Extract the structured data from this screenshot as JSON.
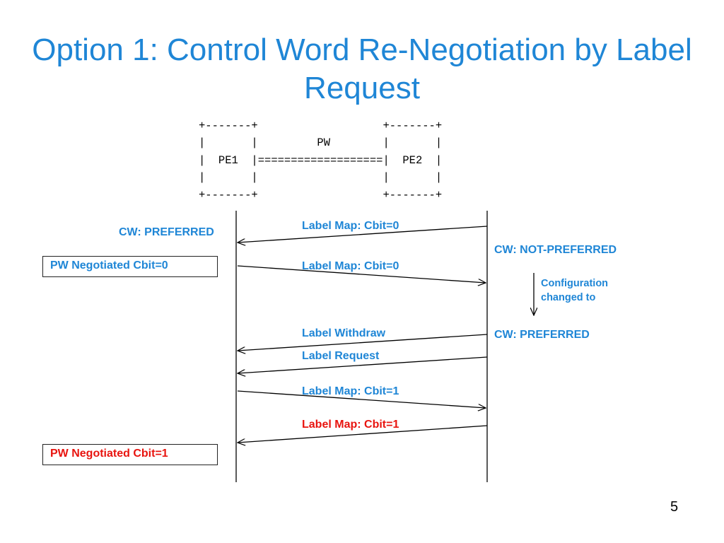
{
  "title": "Option 1: Control Word Re-Negotiation by Label Request",
  "ascii_diagram": "+-------+                   +-------+\n|       |         PW        |       |\n|  PE1  |===================|  PE2  |\n|       |                   |       |\n+-------+                   +-------+",
  "states": {
    "pe1_cw": "CW: PREFERRED",
    "pe2_cw_initial": "CW: NOT-PREFERRED",
    "config_change": "Configuration changed to",
    "pe2_cw_new": "CW: PREFERRED"
  },
  "boxes": {
    "negotiated_0": "PW Negotiated Cbit=0",
    "negotiated_1": "PW Negotiated Cbit=1"
  },
  "messages": [
    {
      "label": "Label Map: Cbit=0",
      "direction": "PE2 to PE1",
      "color": "#1f86d6"
    },
    {
      "label": "Label Map: Cbit=0",
      "direction": "PE1 to PE2",
      "color": "#1f86d6"
    },
    {
      "label": "Label Withdraw",
      "direction": "PE2 to PE1",
      "color": "#1f86d6"
    },
    {
      "label": "Label Request",
      "direction": "PE2 to PE1",
      "color": "#1f86d6"
    },
    {
      "label": "Label Map: Cbit=1",
      "direction": "PE1 to PE2",
      "color": "#1f86d6"
    },
    {
      "label": "Label Map: Cbit=1",
      "direction": "PE2 to PE1",
      "color": "#e8140f"
    }
  ],
  "page_number": "5",
  "colors": {
    "accent": "#1f86d6",
    "highlight": "#e8140f",
    "lines": "#000000"
  }
}
